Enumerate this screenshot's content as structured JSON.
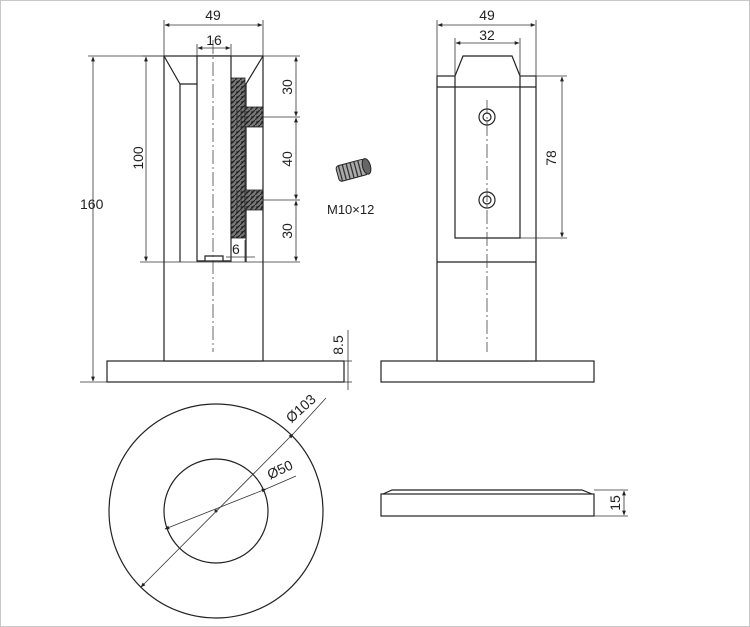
{
  "front_view": {
    "dim_top_width": "49",
    "dim_slot_width": "16",
    "dim_total_height": "160",
    "dim_clamp_height": "100",
    "dim_upper_seg": "30",
    "dim_middle_seg": "40",
    "dim_lower_seg": "30",
    "dim_gap": "6",
    "dim_base_thickness": "8.5"
  },
  "screw": {
    "label": "M10×12"
  },
  "side_view": {
    "dim_top_width": "49",
    "dim_plate_width": "32",
    "dim_plate_height": "78"
  },
  "base_plan": {
    "dim_outer_diameter": "Ø103",
    "dim_inner_diameter": "Ø50"
  },
  "base_side": {
    "dim_thickness": "15"
  }
}
